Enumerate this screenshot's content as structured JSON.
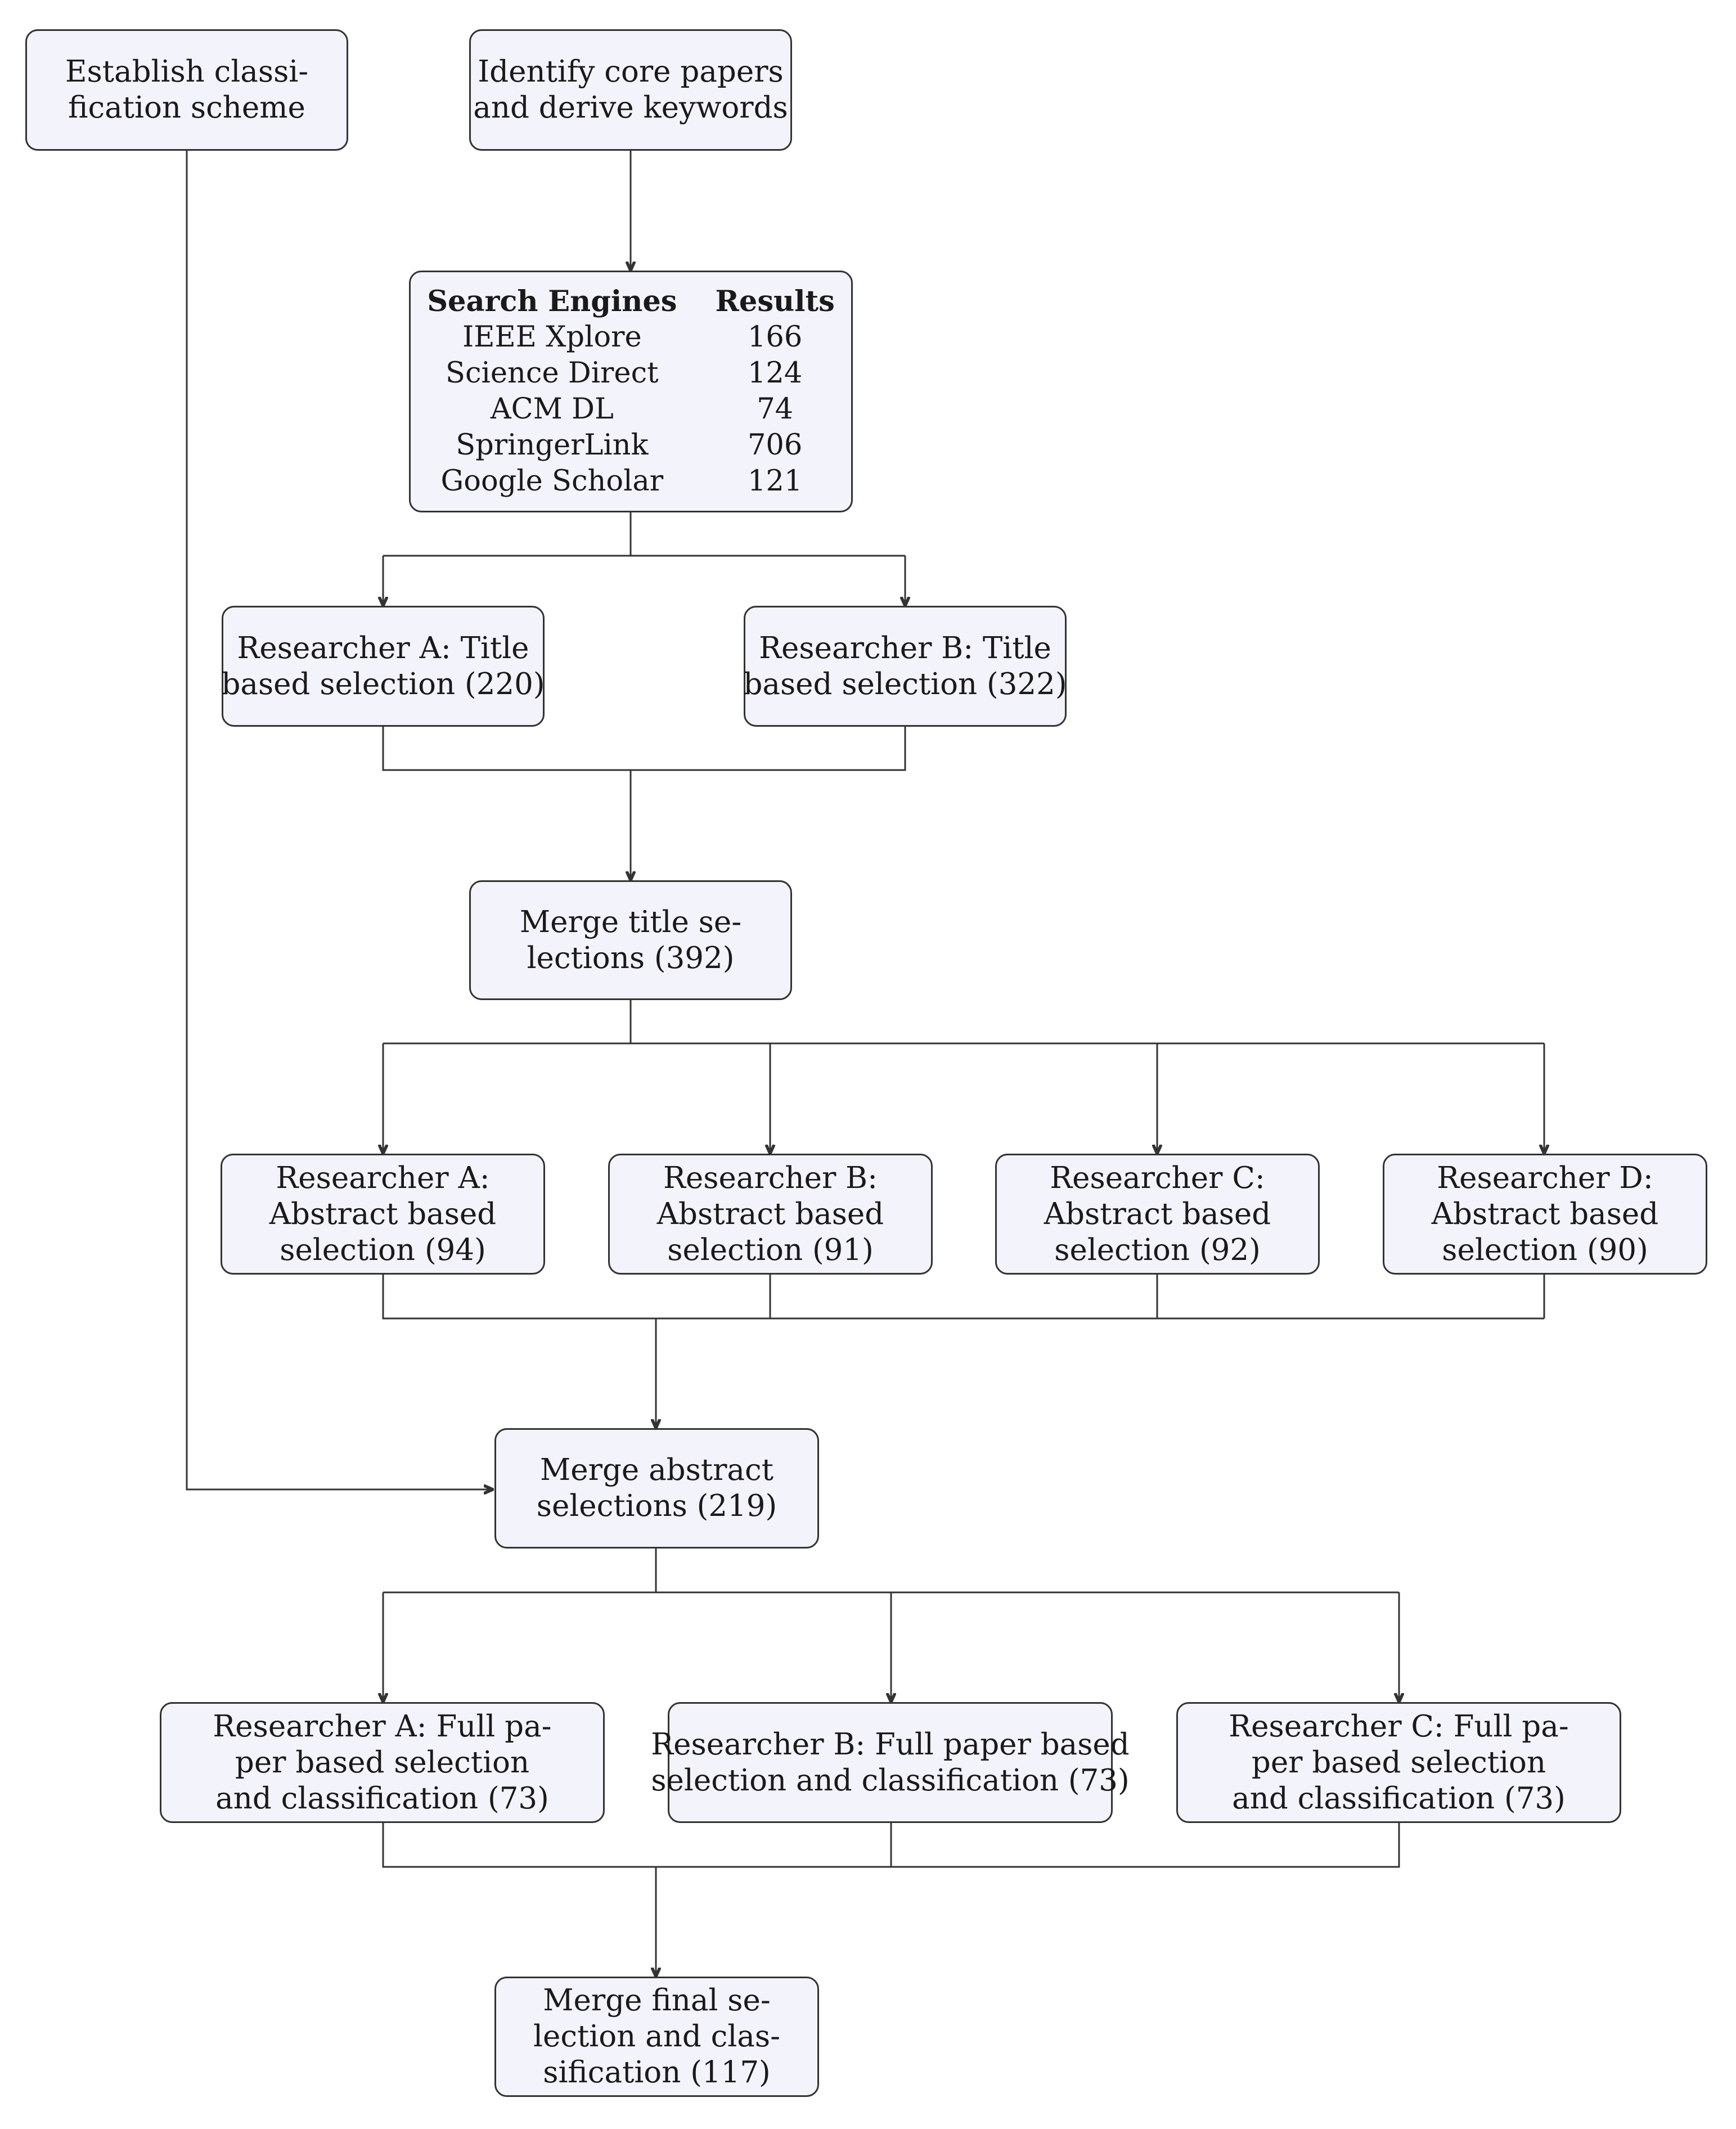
{
  "nodes": {
    "scheme": {
      "lines": [
        "Establish classi-",
        "fication scheme"
      ]
    },
    "core_papers": {
      "lines": [
        "Identify core papers",
        "and derive keywords"
      ]
    },
    "search": {
      "headers": {
        "engine": "Search Engines",
        "results": "Results"
      },
      "rows": [
        {
          "engine": "IEEE Xplore",
          "results": "166"
        },
        {
          "engine": "Science Direct",
          "results": "124"
        },
        {
          "engine": "ACM DL",
          "results": "74"
        },
        {
          "engine": "SpringerLink",
          "results": "706"
        },
        {
          "engine": "Google Scholar",
          "results": "121"
        }
      ]
    },
    "title_a": {
      "lines": [
        "Researcher A: Title",
        "based selection (220)"
      ]
    },
    "title_b": {
      "lines": [
        "Researcher B: Title",
        "based selection (322)"
      ]
    },
    "merge_title": {
      "lines": [
        "Merge title se-",
        "lections (392)"
      ]
    },
    "abs_a": {
      "lines": [
        "Researcher A:",
        "Abstract based",
        "selection (94)"
      ]
    },
    "abs_b": {
      "lines": [
        "Researcher B:",
        "Abstract based",
        "selection (91)"
      ]
    },
    "abs_c": {
      "lines": [
        "Researcher C:",
        "Abstract based",
        "selection (92)"
      ]
    },
    "abs_d": {
      "lines": [
        "Researcher D:",
        "Abstract based",
        "selection (90)"
      ]
    },
    "merge_abs": {
      "lines": [
        "Merge abstract",
        "selections (219)"
      ]
    },
    "full_a": {
      "lines": [
        "Researcher A: Full pa-",
        "per based selection",
        "and classification (73)"
      ]
    },
    "full_b": {
      "lines": [
        "Researcher B: Full paper based",
        "selection and classification (73)"
      ]
    },
    "full_c": {
      "lines": [
        "Researcher C: Full pa-",
        "per based selection",
        "and classification (73)"
      ]
    },
    "merge_final": {
      "lines": [
        "Merge final se-",
        "lection and clas-",
        "sification (117)"
      ]
    }
  }
}
